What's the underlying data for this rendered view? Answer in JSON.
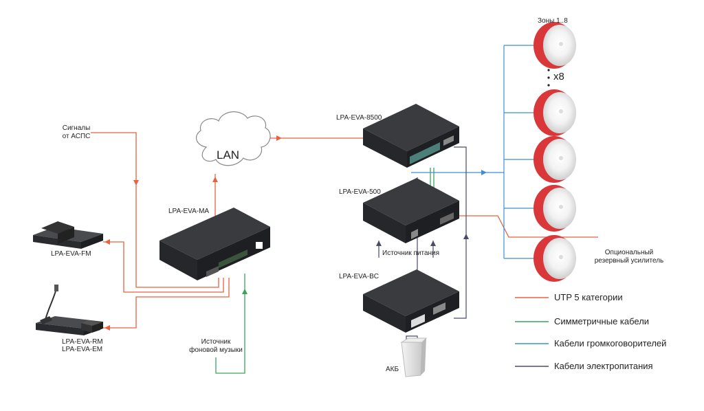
{
  "labels": {
    "zones": "Зоны 1..8",
    "x8": "x8",
    "lan": "LAN",
    "signals_l1": "Сигналы",
    "signals_l2": "от АСПС",
    "ma": "LPA-EVA-MA",
    "fm": "LPA-EVA-FM",
    "rm": "LPA-EVA-RM",
    "em": "LPA-EVA-EM",
    "src_l1": "Источник",
    "src_l2": "фоновой музыки",
    "a8500": "LPA-EVA-8500",
    "a500": "LPA-EVA-500",
    "power": "Источник питания",
    "bc": "LPA-EVA-BC",
    "akb": "АКБ",
    "opt_l1": "Опциональный",
    "opt_l2": "резервный усилитель"
  },
  "legend": [
    {
      "text": "UTP 5 категории",
      "color": "#e8623f"
    },
    {
      "text": "Симметричные кабели",
      "color": "#3aa35a"
    },
    {
      "text": "Кабели громкоговорителей",
      "color": "#3d8fd1"
    },
    {
      "text": "Кабели электропитания",
      "color": "#4a4a6a"
    }
  ],
  "colors": {
    "utp": "#e8623f",
    "balanced": "#3aa35a",
    "speaker": "#3d8fd1",
    "power": "#4a4a6a",
    "device_top": "#3a3b3f",
    "device_front": "#1e1f22",
    "speaker_red": "#d9373a"
  }
}
